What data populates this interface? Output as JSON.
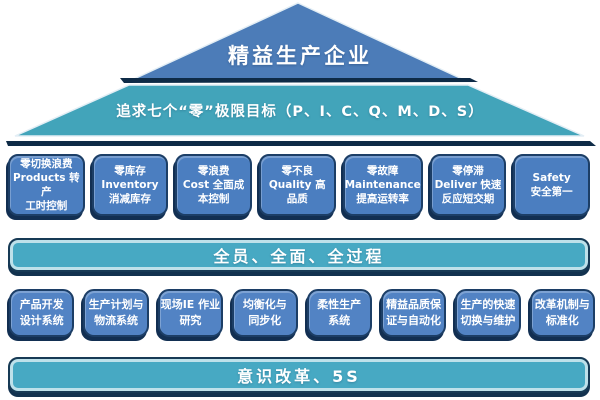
{
  "pyramid": {
    "top_label": "精益生产企业",
    "goals_label": "追求七个“零”极限目标（P、I、C、Q、M、D、S）"
  },
  "zero_goals": [
    {
      "text": "零切换浪费\nProducts 转产\n工时控制"
    },
    {
      "text": "零库存\nInventory\n消减库存"
    },
    {
      "text": "零浪费\nCost 全面成\n本控制"
    },
    {
      "text": "零不良\nQuality 高\n品质"
    },
    {
      "text": "零故障\nMaintenance\n提高运转率"
    },
    {
      "text": "零停滞\nDeliver 快速\n反应短交期"
    },
    {
      "text": "Safety\n安全第一"
    }
  ],
  "scope_bar": {
    "label": "全员、全面、全过程"
  },
  "systems": [
    {
      "text": "产品开发\n设计系统"
    },
    {
      "text": "生产计划与\n物流系统"
    },
    {
      "text": "现场IE 作业\n研究"
    },
    {
      "text": "均衡化与\n同步化"
    },
    {
      "text": "柔性生产\n系统"
    },
    {
      "text": "精益品质保\n证与自动化"
    },
    {
      "text": "生产的快速\n切换与维护"
    },
    {
      "text": "改革机制与\n标准化"
    }
  ],
  "foundation_bar": {
    "label": "意识改革、5S"
  },
  "colors": {
    "pyramid_top_blue": "#4c7cb8",
    "pyramid_band_teal": "#42a4ba",
    "goal_box_blue": "#4b7ec0",
    "system_box_blue": "#5283c4",
    "bar_teal": "#47a9c3",
    "outline_navy": "#0f2c48",
    "text_white": "#ffffff"
  }
}
